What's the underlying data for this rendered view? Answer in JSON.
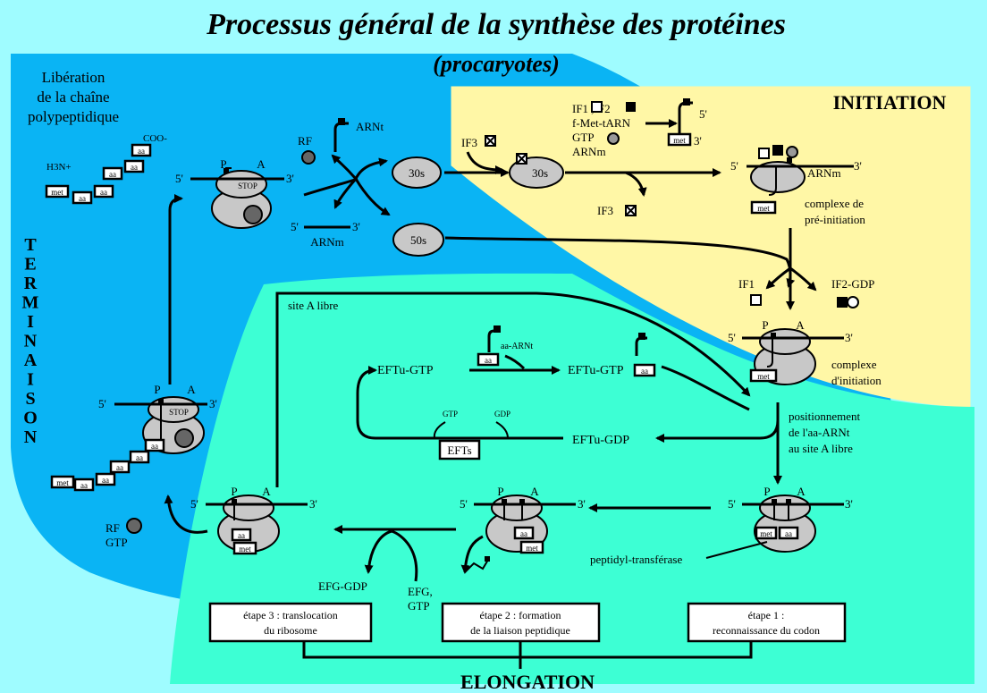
{
  "title": "Processus général de la synthèse des protéines",
  "subtitle": "(procaryotes)",
  "zones": {
    "initiation": "INITIATION",
    "termination_letters": [
      "T",
      "E",
      "R",
      "M",
      "I",
      "N",
      "A",
      "I",
      "S",
      "O",
      "N"
    ],
    "elongation": "ELONGATION"
  },
  "colors": {
    "page_bg": "#9ffcff",
    "termination_bg": "#0ab4f4",
    "initiation_bg": "#fff7a6",
    "elongation_bg": "#3dffd4",
    "ribosome": "#c8c8c8"
  },
  "labels": {
    "liberation1": "Libération",
    "liberation2": "de la chaîne",
    "liberation3": "polypeptidique",
    "coo": "COO-",
    "h3n": "H3N+",
    "met": "met",
    "aa": "aa",
    "stop": "STOP",
    "p": "P",
    "a": "A",
    "five": "5'",
    "three": "3'",
    "rf": "RF",
    "arnt": "ARNt",
    "arnm": "ARNm",
    "s30": "30s",
    "s50": "50s",
    "if1_if2": "IF1 ,IF2",
    "fmet": "f-Met-tARN",
    "gtp": "GTP",
    "if3": "IF3",
    "complexe_pre1": "complexe de",
    "complexe_pre2": "pré-initiation",
    "if1": "IF1",
    "if2gdp": "IF2-GDP",
    "complexe1": "complexe",
    "complexe2": "d'initiation",
    "site_a_libre": "site A libre",
    "aa_arnt": "aa-ARNt",
    "eftu_gtp": "EFTu-GTP",
    "efts": "EFTs",
    "gdp": "GDP",
    "eftu_gdp": "EFTu-GDP",
    "pos1": "positionnement",
    "pos2": "de l'aa-ARNt",
    "pos3": "au site A libre",
    "peptidyl": "peptidyl-transférase",
    "rf_gtp1": "RF",
    "rf_gtp2": "GTP",
    "efg_gdp": "EFG-GDP",
    "efg1": "EFG,",
    "efg2": "GTP"
  },
  "steps": [
    {
      "line1": "étape 3 : translocation",
      "line2": "du ribosome"
    },
    {
      "line1": "étape 2 : formation",
      "line2": "de la liaison peptidique"
    },
    {
      "line1": "étape 1 :",
      "line2": "reconnaissance du codon"
    }
  ]
}
